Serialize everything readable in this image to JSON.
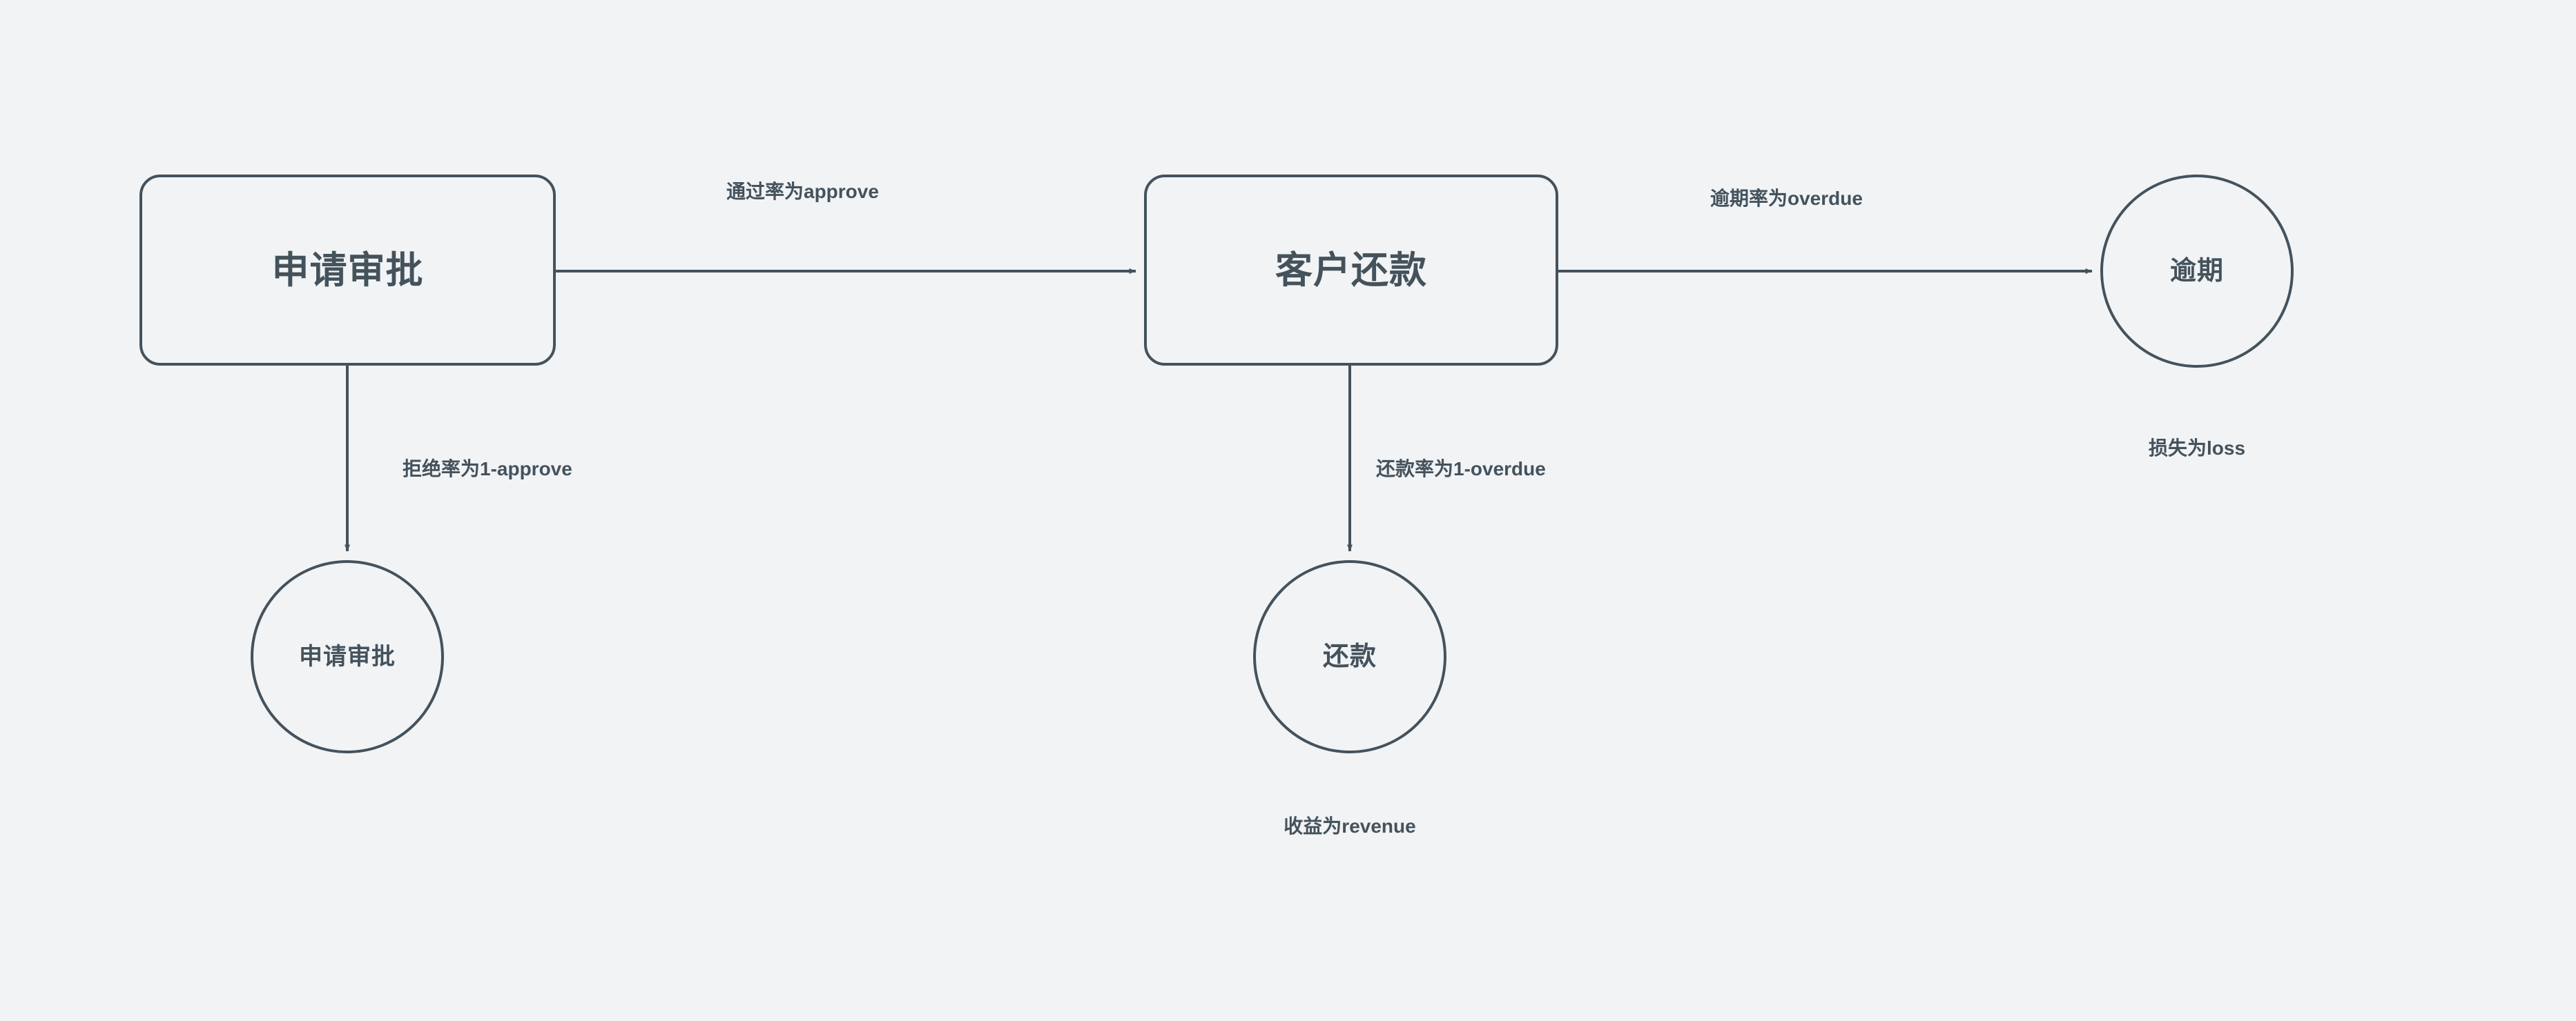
{
  "canvas": {
    "background_color": "#f1f3f5",
    "stroke_color": "#44525c",
    "text_color": "#44525c"
  },
  "nodes": [
    {
      "id": "application-approval",
      "label": "申请审批",
      "shape": "rounded-rect"
    },
    {
      "id": "customer-repayment",
      "label": "客户还款",
      "shape": "rounded-rect"
    },
    {
      "id": "overdue",
      "label": "逾期",
      "shape": "circle"
    },
    {
      "id": "rejected",
      "label": "申请审批",
      "shape": "circle"
    },
    {
      "id": "repaid",
      "label": "还款",
      "shape": "circle"
    }
  ],
  "edges": [
    {
      "id": "approve",
      "from": "application-approval",
      "to": "customer-repayment",
      "label": "通过率为approve"
    },
    {
      "id": "reject",
      "from": "application-approval",
      "to": "rejected",
      "label": "拒绝率为1-approve"
    },
    {
      "id": "overdue",
      "from": "customer-repayment",
      "to": "overdue",
      "label": "逾期率为overdue"
    },
    {
      "id": "repay",
      "from": "customer-repayment",
      "to": "repaid",
      "label": "还款率为1-overdue"
    }
  ],
  "captions": [
    {
      "id": "loss",
      "for": "overdue",
      "text": "损失为loss"
    },
    {
      "id": "revenue",
      "for": "repaid",
      "text": "收益为revenue"
    }
  ]
}
